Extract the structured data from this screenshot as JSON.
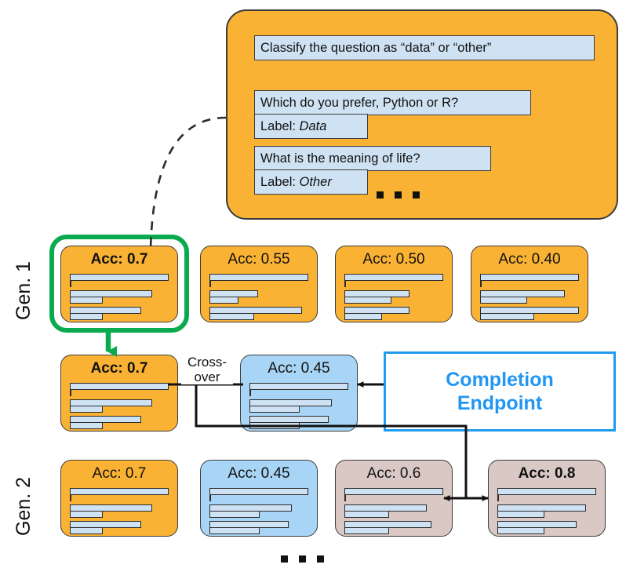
{
  "figure": {
    "title": "Evolutionary prompt optimization diagram"
  },
  "prompt_box": {
    "instruction": "Classify the question as “data” or “other”",
    "examples": [
      {
        "question": "Which do you prefer, Python or R?",
        "label_prefix": "Label: ",
        "label_value": "Data"
      },
      {
        "question": "What is the meaning of life?",
        "label_prefix": "Label: ",
        "label_value": "Other"
      }
    ],
    "ellipsis": "..."
  },
  "generations": [
    {
      "label": "Gen. 1",
      "cards": [
        {
          "title": "Acc: 0.7",
          "color": "orange",
          "bold": true,
          "bars": [
            [
              100,
              0
            ],
            [
              83,
              33
            ],
            [
              72,
              33
            ]
          ]
        },
        {
          "title": "Acc: 0.55",
          "color": "orange",
          "bold": false,
          "bars": [
            [
              100,
              0
            ],
            [
              49,
              29
            ],
            [
              94,
              45
            ]
          ]
        },
        {
          "title": "Acc: 0.50",
          "color": "orange",
          "bold": false,
          "bars": [
            [
              100,
              0
            ],
            [
              66,
              48
            ],
            [
              66,
              38
            ]
          ]
        },
        {
          "title": "Acc: 0.40",
          "color": "orange",
          "bold": false,
          "bars": [
            [
              100,
              0
            ],
            [
              86,
              48
            ],
            [
              100,
              55
            ]
          ]
        }
      ]
    },
    {
      "label": "Gen. 2",
      "cards": [
        {
          "title": "Acc: 0.7",
          "color": "orange",
          "bold": false,
          "bars": [
            [
              100,
              0
            ],
            [
              83,
              33
            ],
            [
              72,
              33
            ]
          ]
        },
        {
          "title": "Acc: 0.45",
          "color": "blue",
          "bold": false,
          "bars": [
            [
              100,
              0
            ],
            [
              83,
              51
            ],
            [
              80,
              51
            ]
          ]
        },
        {
          "title": "Acc: 0.6",
          "color": "pink",
          "bold": false,
          "bars": [
            [
              100,
              0
            ],
            [
              83,
              45
            ],
            [
              88,
              45
            ]
          ]
        },
        {
          "title": "Acc: 0.8",
          "color": "pink",
          "bold": true,
          "bars": [
            [
              100,
              0
            ],
            [
              90,
              48
            ],
            [
              80,
              48
            ]
          ]
        }
      ]
    }
  ],
  "crossover": {
    "parent_card": {
      "title": "Acc: 0.7",
      "color": "orange",
      "bold": true,
      "bars": [
        [
          100,
          0
        ],
        [
          83,
          33
        ],
        [
          72,
          33
        ]
      ]
    },
    "child_card": {
      "title": "Acc: 0.45",
      "color": "blue",
      "bold": false,
      "bars": [
        [
          100,
          0
        ],
        [
          83,
          51
        ],
        [
          80,
          51
        ]
      ]
    },
    "label_line1": "Cross-",
    "label_line2": "over"
  },
  "endpoint": {
    "line1": "Completion",
    "line2": "Endpoint"
  },
  "bottom_ellipsis": "...",
  "colors": {
    "orange": "#f9b233",
    "blue": "#a8d4f5",
    "pink": "#d9c8c4",
    "bar_fill": "#cfe2f3",
    "select_green": "#0aab4f",
    "endpoint_blue": "#2196f3",
    "stroke": "#3c3c3c"
  }
}
